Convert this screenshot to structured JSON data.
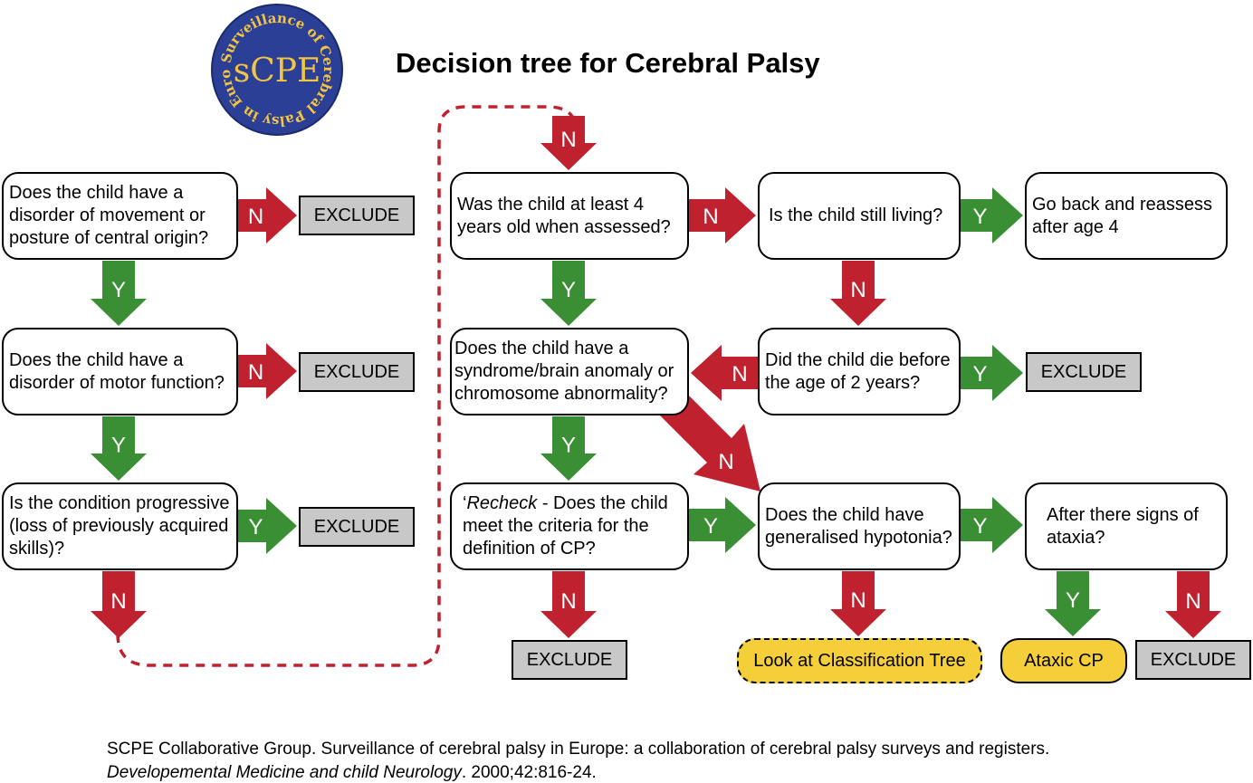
{
  "title": "Decision tree for Cerebral Palsy",
  "logo": {
    "center": "sCPE",
    "ring_text": "Surveillance of Cerebral Palsy in Europe"
  },
  "colors": {
    "yes": "#3a8f35",
    "no": "#c0212f",
    "terminal": "#c8c8c8",
    "highlight": "#f4cf3a",
    "logo_bg": "#2a3f95",
    "logo_text": "#f4c542"
  },
  "yes_label": "Y",
  "no_label": "N",
  "questions": {
    "q1": "Does the child have a disorder of movement or posture of central origin?",
    "q2": "Does the child have a disorder of motor function?",
    "q3": "Is the condition progressive (loss of previously acquired skills)?",
    "q4": "Was the child at least 4 years old when assessed?",
    "q5": "Is the child still living?",
    "q6": "Go back and reassess after age 4",
    "q7": "Does the child have a syndrome/brain anomaly or chromosome abnormality?",
    "q8": "Did the child die before the age of 2 years?",
    "q9_em": "Recheck",
    "q9_rest": " - Does the child meet the criteria for the definition of CP?",
    "q9_quote": "‘",
    "q10": "Does the child have generalised hypotonia?",
    "q11": "After there signs of ataxia?"
  },
  "outcomes": {
    "exclude": "EXCLUDE",
    "classification": "Look at Classification Tree",
    "ataxic": "Ataxic CP"
  },
  "citation": {
    "line1": "SCPE Collaborative Group. Surveillance of cerebral palsy in Europe: a collaboration of cerebral palsy surveys and registers.",
    "journal": "Developemental Medicine and child Neurology",
    "details": ". 2000;42:816-24."
  }
}
